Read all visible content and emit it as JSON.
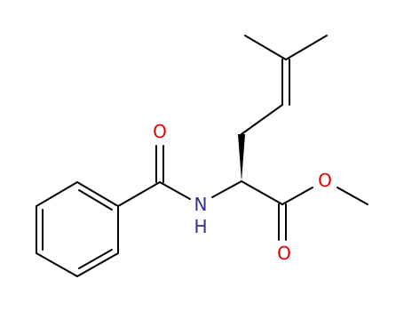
{
  "molecule": {
    "colors": {
      "carbon_bond": "#000000",
      "oxygen": "#e00000",
      "nitrogen": "#303090"
    },
    "atom_labels": {
      "amide_oxygen": "O",
      "nitrogen": "N",
      "nitrogen_hydrogen": "H",
      "ester_oxygen": "O",
      "carbonyl_oxygen": "O"
    }
  }
}
